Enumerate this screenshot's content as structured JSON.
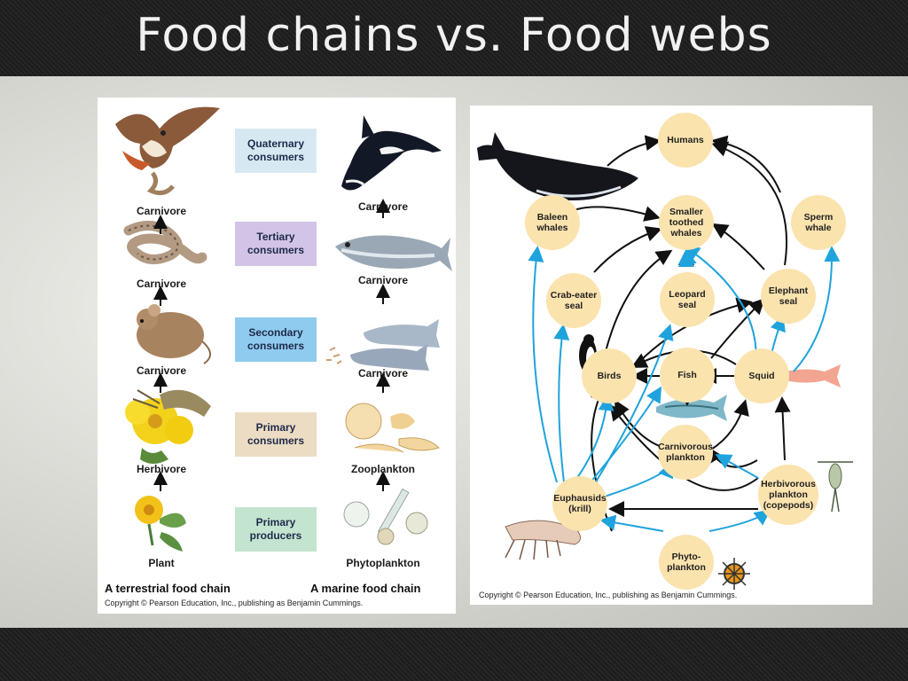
{
  "slide": {
    "title": "Food chains vs. Food webs"
  },
  "food_chain": {
    "levels": [
      {
        "label": "Quaternary\nconsumers",
        "color": "#d6e9f2"
      },
      {
        "label": "Tertiary\nconsumers",
        "color": "#d2c4e6"
      },
      {
        "label": "Secondary\nconsumers",
        "color": "#8fcbee"
      },
      {
        "label": "Primary\nconsumers",
        "color": "#ecdcc3"
      },
      {
        "label": "Primary\nproducers",
        "color": "#c3e4cf"
      }
    ],
    "terrestrial": [
      "Carnivore",
      "Carnivore",
      "Carnivore",
      "Herbivore",
      "Plant"
    ],
    "marine": [
      "Carnivore",
      "Carnivore",
      "Carnivore",
      "Zooplankton",
      "Phytoplankton"
    ],
    "caption_left": "A terrestrial food chain",
    "caption_right": "A marine food chain",
    "copyright": "Copyright © Pearson Education, Inc., publishing as Benjamin Cummings."
  },
  "food_web": {
    "nodes": {
      "humans": "Humans",
      "baleen": "Baleen\nwhales",
      "smaller_toothed": "Smaller\ntoothed\nwhales",
      "sperm": "Sperm\nwhale",
      "crab_eater": "Crab-eater\nseal",
      "leopard": "Leopard\nseal",
      "elephant": "Elephant\nseal",
      "birds": "Birds",
      "fish": "Fish",
      "squid": "Squid",
      "carnivorous_plankton": "Carnivorous\nplankton",
      "euphausids": "Euphausids\n(krill)",
      "herbivorous_plankton": "Herbivorous\nplankton\n(copepods)",
      "phytoplankton": "Phyto-\nplankton"
    },
    "copyright": "Copyright © Pearson Education, Inc., publishing as Benjamin Cummings.",
    "colors": {
      "node": "#fbe3ae",
      "arrow_black": "#111111",
      "arrow_blue": "#1fa3dc"
    }
  }
}
